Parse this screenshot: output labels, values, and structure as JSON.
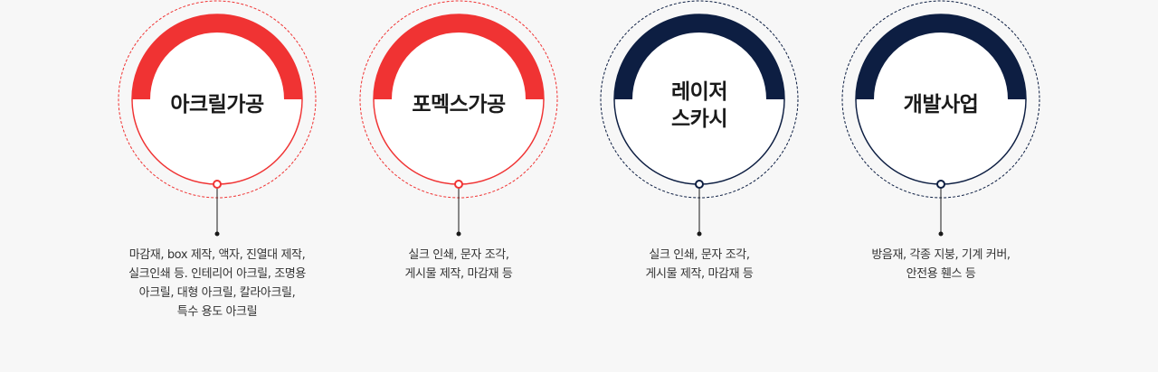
{
  "colors": {
    "red": "#f03333",
    "navy": "#0d1e42",
    "text": "#1a1a1a",
    "desc": "#333333",
    "background": "#f7f7f7"
  },
  "items": [
    {
      "title_lines": [
        "아크릴가공"
      ],
      "desc_lines": [
        "마감재, box 제작, 액자, 진열대 제작,",
        "실크인쇄 등. 인테리어 아크릴, 조명용",
        "아크릴, 대형 아크릴, 칼라아크릴,",
        "특수 용도 아크릴"
      ],
      "color": "#f03333"
    },
    {
      "title_lines": [
        "포멕스가공"
      ],
      "desc_lines": [
        "실크 인쇄, 문자 조각,",
        "게시물 제작, 마감재 등"
      ],
      "color": "#f03333"
    },
    {
      "title_lines": [
        "레이저",
        "스카시"
      ],
      "desc_lines": [
        "실크 인쇄, 문자 조각,",
        "게시물 제작, 마감재 등"
      ],
      "color": "#0d1e42"
    },
    {
      "title_lines": [
        "개발사업"
      ],
      "desc_lines": [
        "방음재, 각종 지붕, 기계 커버,",
        "안전용 휀스 등"
      ],
      "color": "#0d1e42"
    }
  ]
}
